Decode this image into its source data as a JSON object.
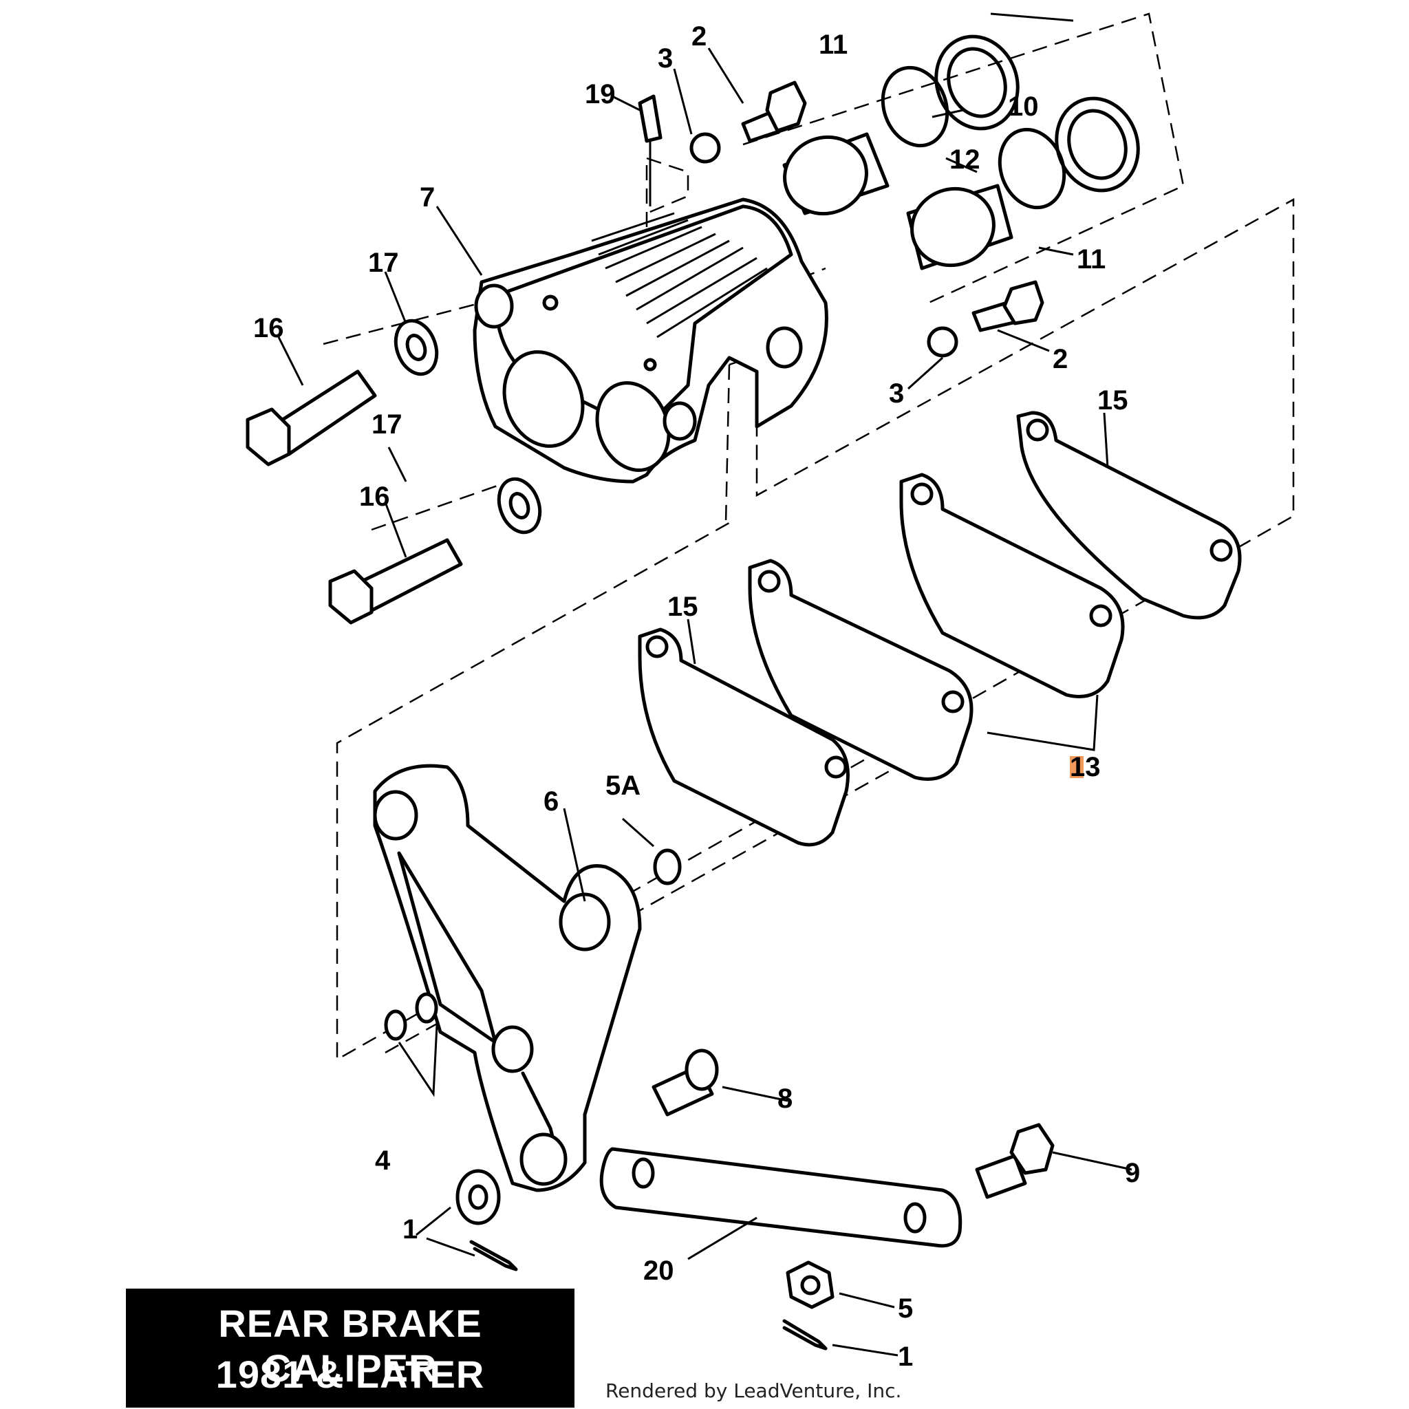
{
  "title": {
    "line1": "REAR BRAKE CALIPER",
    "line2": "1981 & LATER"
  },
  "credit": "Rendered by LeadVenture, Inc.",
  "highlight_color": "#f29a5c",
  "callouts": {
    "c1a": "1",
    "c1b": "1",
    "c2a": "2",
    "c2b": "2",
    "c3a": "3",
    "c3b": "3",
    "c4": "4",
    "c5": "5",
    "c5A": "5A",
    "c6": "6",
    "c7": "7",
    "c8": "8",
    "c9": "9",
    "c10": "10",
    "c11a": "11",
    "c11b": "11",
    "c12": "12",
    "c13": "13",
    "c15a": "15",
    "c15b": "15",
    "c16a": "16",
    "c16b": "16",
    "c17a": "17",
    "c17b": "17",
    "c19": "19",
    "c20": "20"
  }
}
